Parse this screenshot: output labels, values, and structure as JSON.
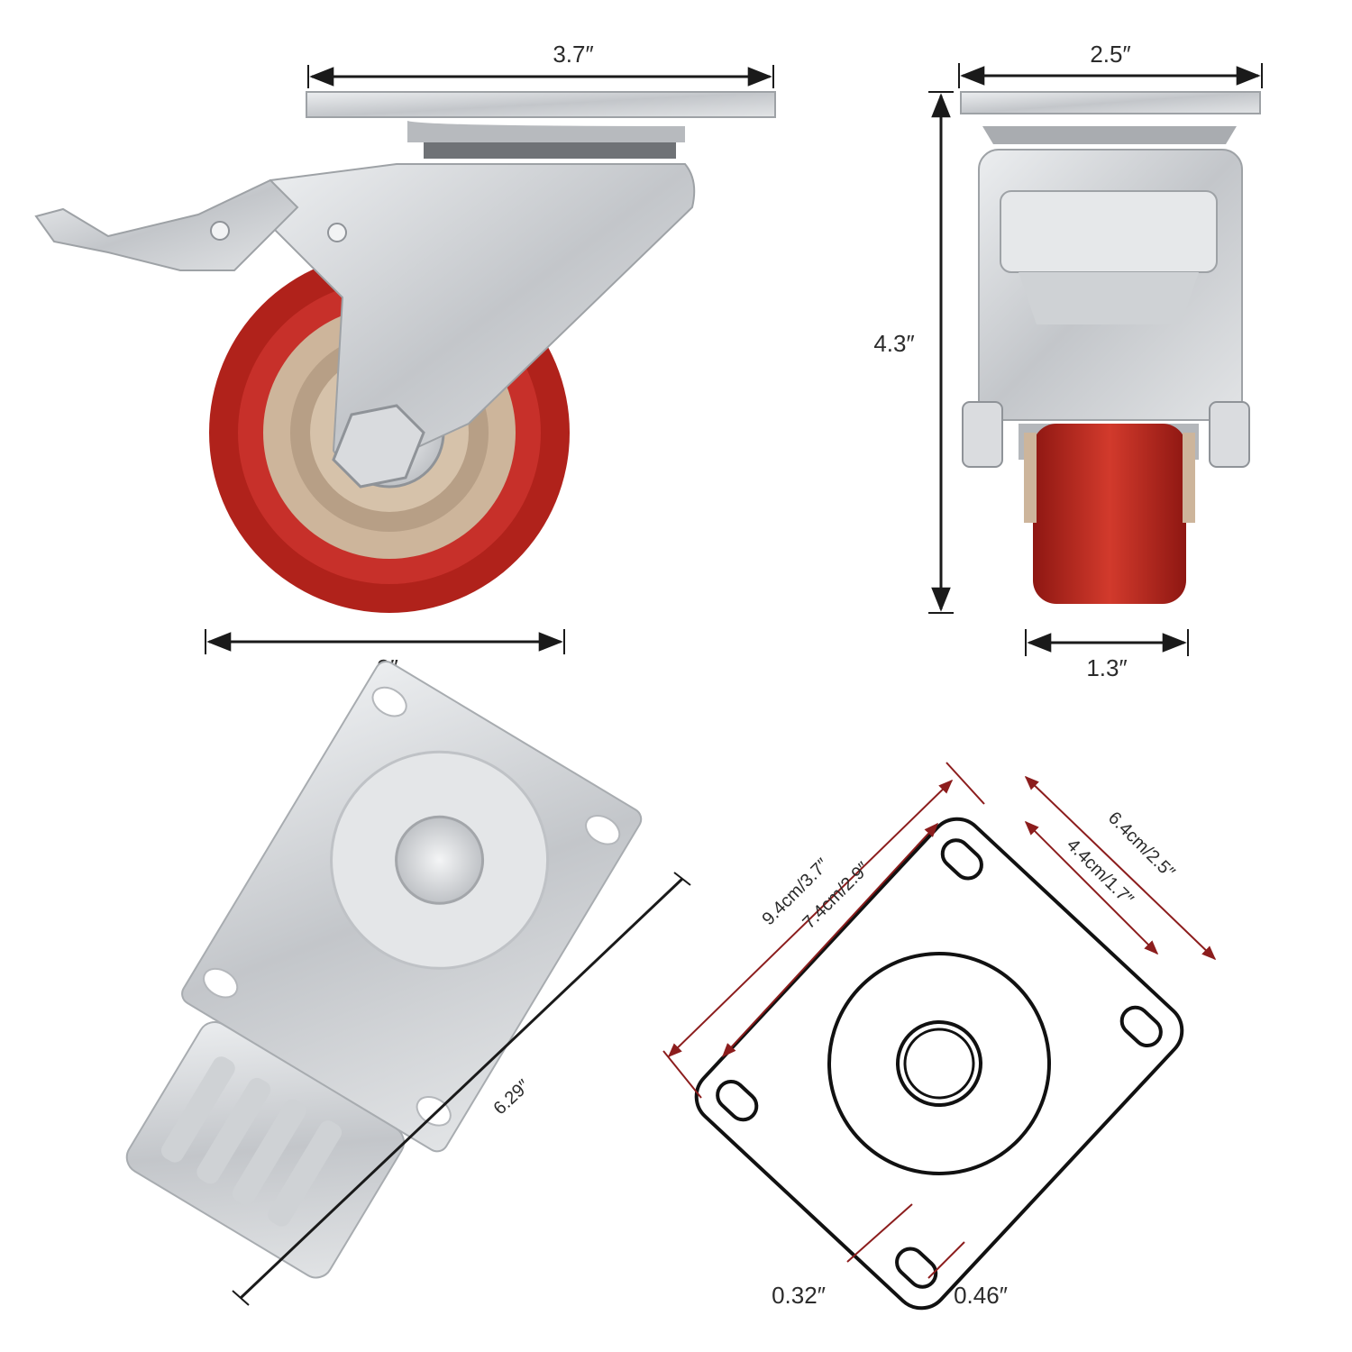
{
  "colors": {
    "background": "#ffffff",
    "dimension_line": "#1a1a1a",
    "template_red": "#8c1d1d",
    "metal": "#c9cbce",
    "wheel_red": "#b0221b",
    "wheel_core": "#c9b29a"
  },
  "dimensions": {
    "side_top_width": "3.7″",
    "side_wheel_width": "3″",
    "front_top_width": "2.5″",
    "front_height": "4.3″",
    "front_wheel_width": "1.3″",
    "top_length": "6.29″"
  },
  "template": {
    "outer_long": "9.4cm/3.7″",
    "inner_long": "7.4cm/2.9″",
    "outer_short": "6.4cm/2.5″",
    "inner_short": "4.4cm/1.7″",
    "hole_width": "0.32″",
    "hole_length": "0.46″"
  }
}
